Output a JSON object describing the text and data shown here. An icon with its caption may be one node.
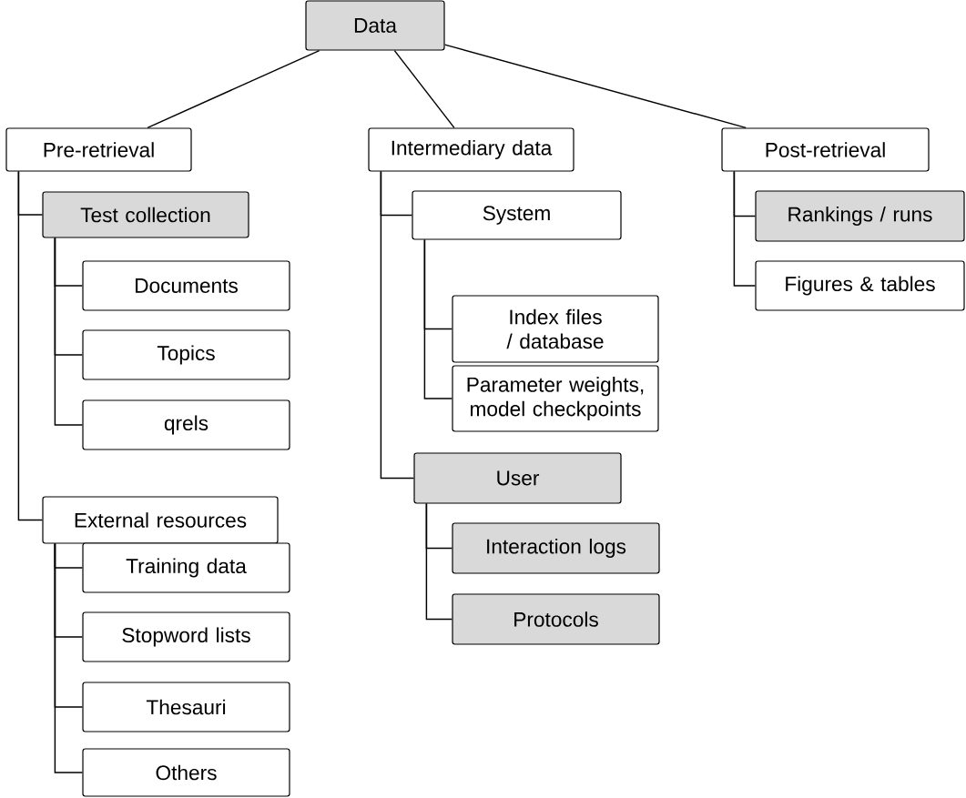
{
  "diagram": {
    "nodes": [
      {
        "text": [
          "Data"
        ]
      },
      {
        "text": [
          "Pre-retrieval"
        ]
      },
      {
        "text": [
          "Test collection"
        ]
      },
      {
        "text": [
          "Documents"
        ]
      },
      {
        "text": [
          "Topics"
        ]
      },
      {
        "text": [
          "qrels"
        ]
      },
      {
        "text": [
          "External resources"
        ]
      },
      {
        "text": [
          "Training data"
        ]
      },
      {
        "text": [
          "Stopword lists"
        ]
      },
      {
        "text": [
          "Thesauri"
        ]
      },
      {
        "text": [
          "Others"
        ]
      },
      {
        "text": [
          "Intermediary data"
        ]
      },
      {
        "text": [
          "System"
        ]
      },
      {
        "text": [
          "Index files / database"
        ]
      },
      {
        "text": [
          "Parameter weights, model checkpoints"
        ]
      },
      {
        "text": [
          "User"
        ]
      },
      {
        "text": [
          "Interaction logs"
        ]
      },
      {
        "text": [
          "Protocols"
        ]
      },
      {
        "text": [
          "Post-retrieval"
        ]
      },
      {
        "text": [
          "Rankings / runs"
        ]
      },
      {
        "text": [
          "Figures & tables"
        ]
      }
    ],
    "edges": [
      {
        "from": 0,
        "to": 1,
        "arrow": "none"
      },
      {
        "from": 0,
        "to": 11,
        "arrow": "none"
      },
      {
        "from": 0,
        "to": 18,
        "arrow": "none"
      },
      {
        "from": 1,
        "to": 2,
        "arrow": "none"
      },
      {
        "from": 2,
        "to": 3,
        "arrow": "none"
      },
      {
        "from": 2,
        "to": 4,
        "arrow": "none"
      },
      {
        "from": 2,
        "to": 5,
        "arrow": "none"
      },
      {
        "from": 1,
        "to": 6,
        "arrow": "none"
      },
      {
        "from": 6,
        "to": 7,
        "arrow": "none"
      },
      {
        "from": 6,
        "to": 8,
        "arrow": "none"
      },
      {
        "from": 6,
        "to": 9,
        "arrow": "none"
      },
      {
        "from": 6,
        "to": 10,
        "arrow": "none"
      },
      {
        "from": 11,
        "to": 12,
        "arrow": "none"
      },
      {
        "from": 12,
        "to": 13,
        "arrow": "none"
      },
      {
        "from": 12,
        "to": 14,
        "arrow": "none"
      },
      {
        "from": 11,
        "to": 15,
        "arrow": "none"
      },
      {
        "from": 15,
        "to": 16,
        "arrow": "none"
      },
      {
        "from": 15,
        "to": 17,
        "arrow": "none"
      },
      {
        "from": 18,
        "to": 19,
        "arrow": "none"
      },
      {
        "from": 18,
        "to": 20,
        "arrow": "none"
      }
    ]
  }
}
